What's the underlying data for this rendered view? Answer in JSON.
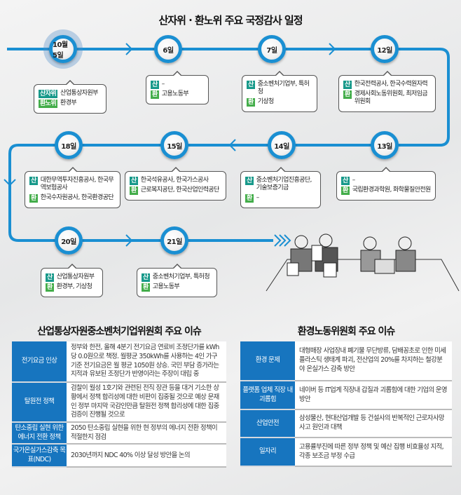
{
  "title": "산자위 · 환노위 주요 국정감사 일정",
  "colors": {
    "accent": "#1a8fd2",
    "san": "#17998a",
    "hwan": "#43ad4a",
    "table_header": "#1775bf"
  },
  "first": {
    "date": "10월 5일",
    "san_label": "산자위",
    "san": "산업통상자원부",
    "hwan_label": "환노위",
    "hwan": "환경부"
  },
  "schedule": [
    {
      "date": "6일",
      "san_badge": "산",
      "san": "–",
      "hwan_badge": "환",
      "hwan": "고용노동부"
    },
    {
      "date": "7일",
      "san_badge": "산",
      "san": "중소벤처기업부, 특허청",
      "hwan_badge": "환",
      "hwan": "기상청"
    },
    {
      "date": "12일",
      "san_badge": "산",
      "san": "한국전력공사, 한국수력원자력",
      "hwan_badge": "환",
      "hwan": "경제사회노동위원회, 최저임금위원회"
    },
    {
      "date": "13일",
      "san_badge": "산",
      "san": "–",
      "hwan_badge": "환",
      "hwan": "국립환경과학원, 화학물질안전원"
    },
    {
      "date": "14일",
      "san_badge": "산",
      "san": "중소벤처기업진흥공단, 기술보증기금",
      "hwan_badge": "환",
      "hwan": "–"
    },
    {
      "date": "15일",
      "san_badge": "산",
      "san": "한국석유공사, 한국가스공사",
      "hwan_badge": "환",
      "hwan": "근로복지공단, 한국산업인력공단"
    },
    {
      "date": "18일",
      "san_badge": "산",
      "san": "대한무역투자진흥공사, 한국무역보험공사",
      "hwan_badge": "환",
      "hwan": "한국수자원공사, 한국환경공단"
    },
    {
      "date": "20일",
      "san_badge": "산",
      "san": "산업통상자원부",
      "hwan_badge": "환",
      "hwan": "환경부, 기상청"
    },
    {
      "date": "21일",
      "san_badge": "산",
      "san": "중소벤처기업부, 특허청",
      "hwan_badge": "환",
      "hwan": "고용노동부"
    }
  ],
  "left_table": {
    "title": "산업통상자원중소벤처기업위원회 주요 이슈",
    "rows": [
      {
        "k": "전기요금 인상",
        "v": "정부와 한전, 올해 4분기 전기요금 연료비 조정단가를 kWh당 0.0원으로 책정. 월평균 350kWh를 사용하는 4인 가구 기준 전기요금은 월 평균 1050원 상승. 국민 부담 증가라는 지적과 유보된 조정단가 반영이라는 주장이 대립 중"
      },
      {
        "k": "탈원전 정책",
        "v": "검찰이 월성 1호기와 관련된 전직 장관 등을 대거 기소한 상황에서 정책 합리성에 대한 비판이 집중될 것으로 예상 문재인 정부 마지막 국감인만큼 탈원전 정책 합리성에 대한 집중 검증이 진행될 것으로"
      },
      {
        "k": "탄소중립 실현 위한 에너지 전환 정책",
        "v": "2050 탄소중립 실현을 위한 현 정부의 에너지 전환 정책이 적절한지 점검"
      },
      {
        "k": "국가온실가스감축 목표(NDC)",
        "v": "2030년까지  NDC 40% 이상 달성 방안을 논의"
      }
    ]
  },
  "right_table": {
    "title": "환경노동위원회 주요 이슈",
    "rows": [
      {
        "k": "환경 문제",
        "v": "대형매장 사업장내 폐기물 무단방류, 담배꽁초로 인한 미세플라스틱 생태계 파괴, 전산업의 20%를 차지하는 철강분야 온실가스 감축 방안"
      },
      {
        "k": "플랫폼 업체 직장 내 괴롭힘",
        "v": "네이버 등 IT업계 직장내 갑질과 괴롭힘에 대한 기업의 운영방안"
      },
      {
        "k": "산업안전",
        "v": "삼성물산, 현대산업개발 등 건설사의 반복적인 근로자사망사고 원인과 대책"
      },
      {
        "k": "일자리",
        "v": "고용률부진에 따른 정부 정책 및 예산 집행 비효율성 지적, 각종 보조금 부정 수급"
      }
    ]
  }
}
